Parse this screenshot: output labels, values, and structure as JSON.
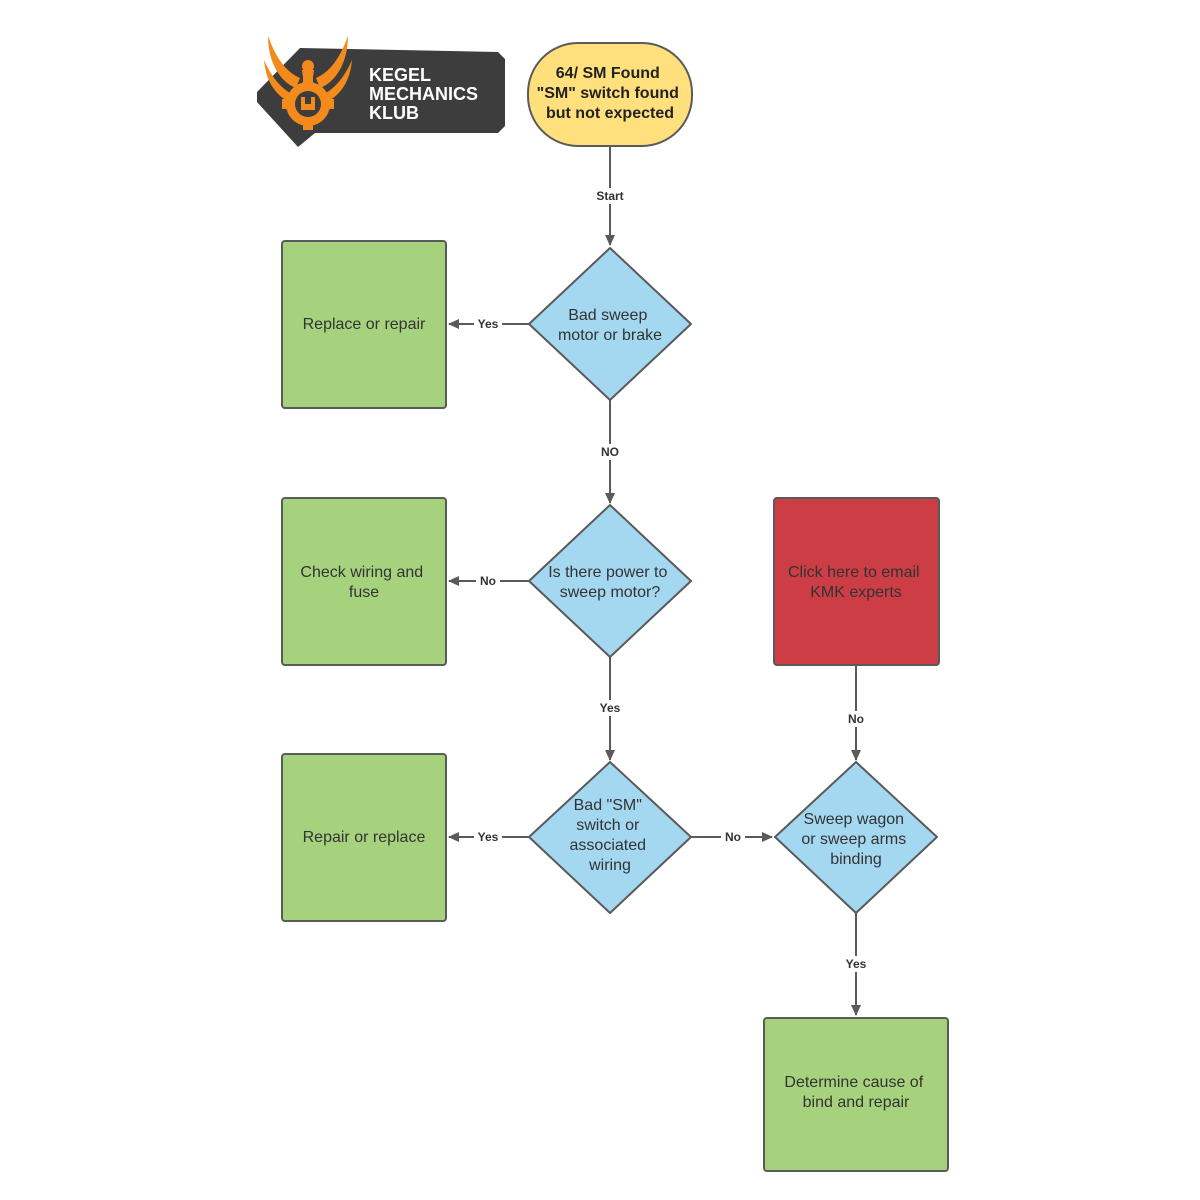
{
  "logo": {
    "line1": "KEGEL",
    "line2": "MECHANICS",
    "line3": "KLUB",
    "icon": "phoenix-gear-icon"
  },
  "colors": {
    "start_fill": "#FFE07D",
    "decision_fill": "#A4D7F0",
    "action_fill": "#A6D27E",
    "contact_fill": "#CC3D46",
    "stroke": "#5a5a5a",
    "logo_bg": "#3d3d3d",
    "logo_accent": "#F28A1C"
  },
  "nodes": {
    "start": {
      "line1": "64/ SM Found",
      "line2": "\"SM\" switch found",
      "line3": "but not expected"
    },
    "d1": {
      "line1": "Bad sweep",
      "line2": "motor or brake"
    },
    "a1": {
      "line1": "Replace or repair"
    },
    "d2": {
      "line1": "Is there power to",
      "line2": "sweep motor?"
    },
    "a2": {
      "line1": "Check wiring and",
      "line2": "fuse"
    },
    "d3": {
      "line1": "Bad \"SM\"",
      "line2": "switch or",
      "line3": "associated",
      "line4": "wiring"
    },
    "a3": {
      "line1": "Repair or replace"
    },
    "contact": {
      "line1": "Click here to email",
      "line2": "KMK experts"
    },
    "d4": {
      "line1": "Sweep wagon",
      "line2": "or sweep arms",
      "line3": "binding"
    },
    "a4": {
      "line1": "Determine cause of",
      "line2": "bind and repair"
    }
  },
  "edges": {
    "start_d1": "Start",
    "d1_a1": "Yes",
    "d1_d2": "NO",
    "d2_a2": "No",
    "d2_d3": "Yes",
    "d3_a3": "Yes",
    "d3_d4": "No",
    "contact_d4": "No",
    "d4_a4": "Yes"
  }
}
